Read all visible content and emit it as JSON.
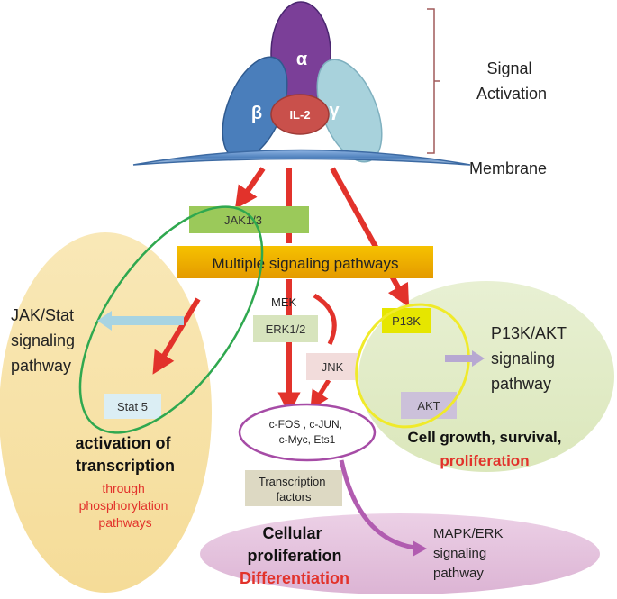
{
  "receptor": {
    "alpha": "α",
    "beta": "β",
    "gamma": "γ",
    "ligand": "IL-2"
  },
  "labels": {
    "signal_activation": [
      "Signal",
      "Activation"
    ],
    "membrane": "Membrane",
    "jak": "JAK1/3",
    "multiple_pathways": "Multiple signaling pathways",
    "mek": "MEK",
    "erk": "ERK1/2",
    "jnk": "JNK",
    "p13k": "P13K",
    "akt": "AKT",
    "stat5": "Stat 5",
    "jak_stat_pathway": [
      "JAK/Stat",
      "signaling",
      "pathway"
    ],
    "p13k_akt_pathway": [
      "P13K/AKT",
      "signaling",
      "pathway"
    ],
    "transcription_genes": [
      "c-FOS , c-JUN,",
      "c-Myc, Ets1"
    ],
    "transcription_factors": [
      "Transcription",
      "factors"
    ],
    "activation": [
      "activation of",
      "transcription"
    ],
    "through": [
      "through",
      "phosphorylation",
      "pathways"
    ],
    "cell_growth": "Cell growth, survival,",
    "proliferation": "proliferation",
    "cellular": "Cellular",
    "cellular_proliferation": "proliferation",
    "differentiation": "Differentiation",
    "mapk_pathway": [
      "MAPK/ERK",
      "signaling",
      "pathway"
    ]
  },
  "colors": {
    "arrow_red": "#e2322b",
    "alpha": "#7b3f98",
    "beta": "#4a7ebb",
    "gamma": "#a8d2dc",
    "ligand": "#c9504b",
    "membrane": "#4f81bd",
    "jak_box": "#9bc95a",
    "pathway_box": "#f2a500",
    "erk_box": "#d7e4bd",
    "jnk_box": "#f2dcdb",
    "p13k_box": "#e6e600",
    "akt_box": "#ccc1da",
    "stat_box": "#dbeef4",
    "tf_box": "#ddd9c3",
    "left_ellipse": "#f7e1a6",
    "right_ellipse": "#e1ebc6",
    "bottom_ellipse": "#e4c1dc",
    "green_outline": "#2fa84f",
    "yellow_outline": "#f0ea2a",
    "magenta_outline": "#a64ca6",
    "red_text": "#e2322b"
  }
}
